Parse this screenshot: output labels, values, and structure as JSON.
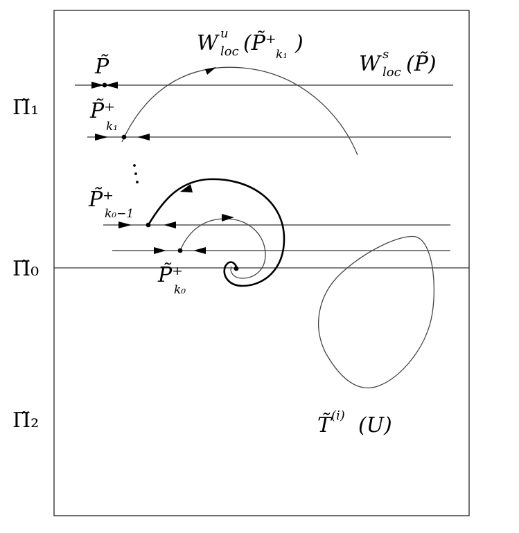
{
  "labels": {
    "region_top": "Π̃₁",
    "region_mid": "Π̃₀",
    "region_bottom": "Π̃₂",
    "point_p": "P̃",
    "point_pk1": "P̃⁺",
    "point_pk1_sub": "k₁",
    "point_pk0m1": "P̃⁺",
    "point_pk0m1_sub": "k₀−1",
    "point_pk0": "P̃⁺",
    "point_pk0_sub": "k₀",
    "unstable_manifold": "W",
    "unstable_sup": "u",
    "unstable_sub": "loc",
    "unstable_arg": "(P̃⁺",
    "unstable_arg_sub": "k₁",
    "unstable_close": ")",
    "stable_manifold": "W",
    "stable_sup": "s",
    "stable_sub": "loc",
    "stable_arg": "(P̃)",
    "image_set": "T̃",
    "image_sup": "(i)",
    "image_arg": "(U)"
  },
  "colors": {
    "line": "#333333",
    "bold": "#000000"
  }
}
